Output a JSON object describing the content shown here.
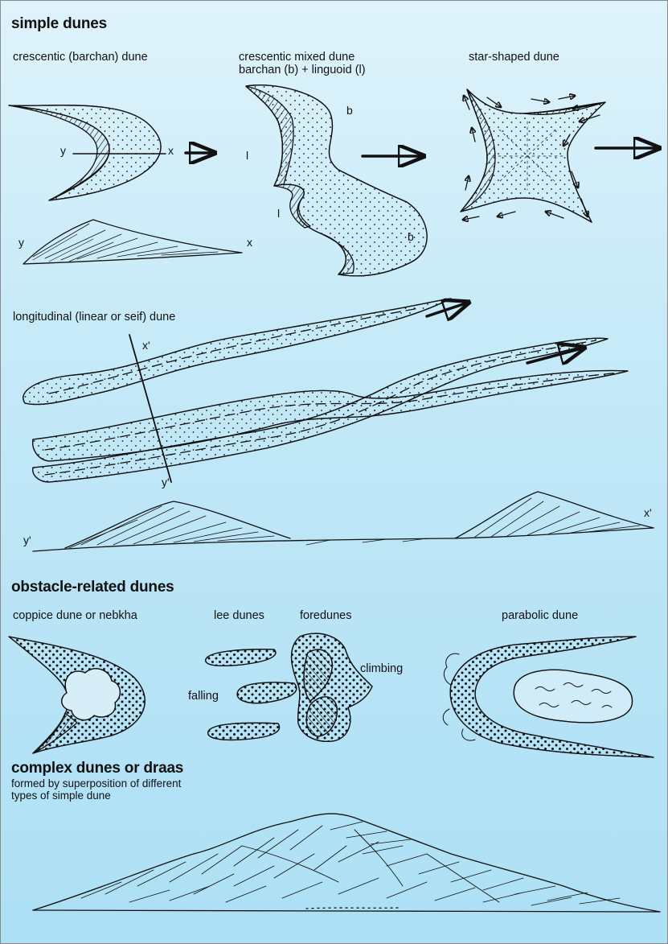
{
  "sections": {
    "simple": {
      "title": "simple dunes",
      "barchan_label": "crescentic (barchan) dune",
      "mixed_label_line1": "crescentic mixed dune",
      "mixed_label_line2": "barchan (b) + linguoid (l)",
      "star_label": "star-shaped dune",
      "longitudinal_label": "longitudinal (linear or seif) dune"
    },
    "obstacle": {
      "title": "obstacle-related dunes",
      "coppice_label": "coppice dune or nebkha",
      "lee_label": "lee dunes",
      "foredunes_label": "foredunes",
      "climbing_label": "climbing",
      "falling_label": "falling",
      "parabolic_label": "parabolic dune"
    },
    "complex": {
      "title": "complex dunes or draas",
      "subtitle_line1": "formed by superposition of different",
      "subtitle_line2": "types of simple dune"
    }
  },
  "markers": {
    "x": "x",
    "y": "y",
    "x_prime": "x'",
    "y_prime": "y'",
    "b": "b",
    "l": "l"
  },
  "colors": {
    "background_top": "#dff3fb",
    "background_bottom": "#ade0f5",
    "ink": "#111111"
  }
}
